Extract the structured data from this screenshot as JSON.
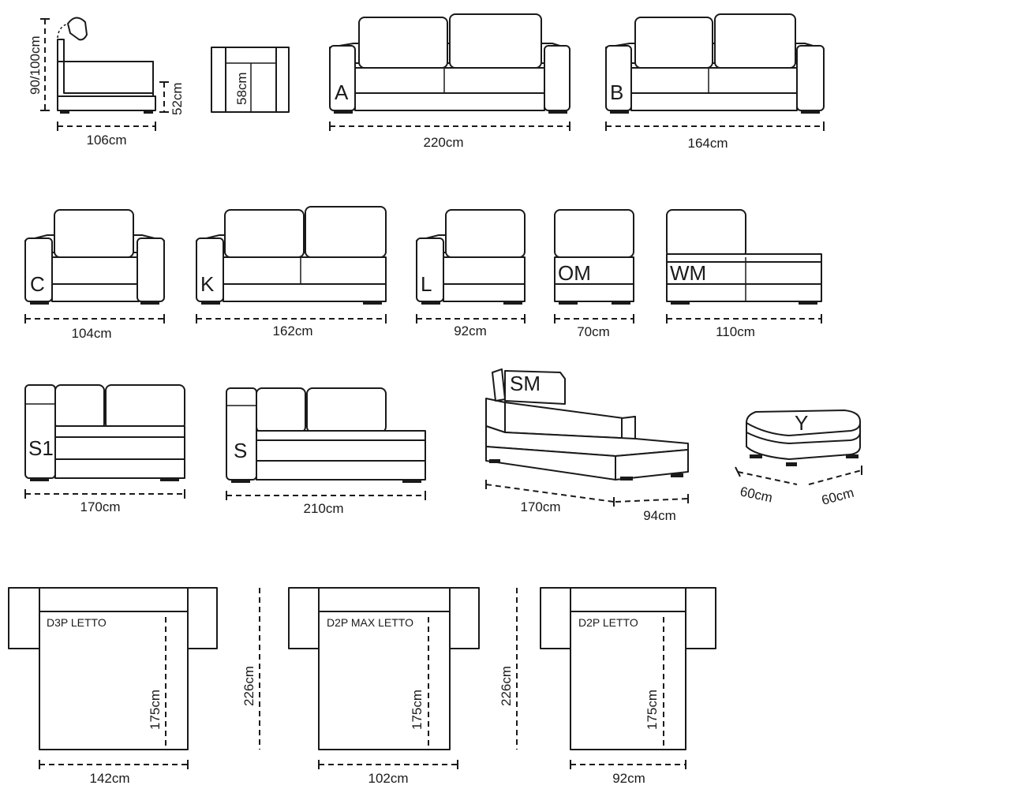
{
  "side_view": {
    "height": "90/100cm",
    "depth": "106cm",
    "seat_height": "52cm",
    "arm_width": "58cm"
  },
  "modules": [
    {
      "code": "A",
      "width": "220cm"
    },
    {
      "code": "B",
      "width": "164cm"
    },
    {
      "code": "C",
      "width": "104cm"
    },
    {
      "code": "K",
      "width": "162cm"
    },
    {
      "code": "L",
      "width": "92cm"
    },
    {
      "code": "OM",
      "width": "70cm"
    },
    {
      "code": "WM",
      "width": "110cm"
    },
    {
      "code": "S1",
      "width": "170cm"
    },
    {
      "code": "S",
      "width": "210cm"
    },
    {
      "code": "SM",
      "width": "170cm",
      "depth": "94cm"
    },
    {
      "code": "Y",
      "width": "60cm",
      "depth": "60cm"
    }
  ],
  "beds": [
    {
      "name": "D3P LETTO",
      "width": "142cm",
      "length": "175cm"
    },
    {
      "name": "D2P MAX LETTO",
      "width": "102cm",
      "length": "175cm"
    },
    {
      "name": "D2P LETTO",
      "width": "92cm",
      "length": "175cm"
    }
  ],
  "bed_total_length": "226cm"
}
